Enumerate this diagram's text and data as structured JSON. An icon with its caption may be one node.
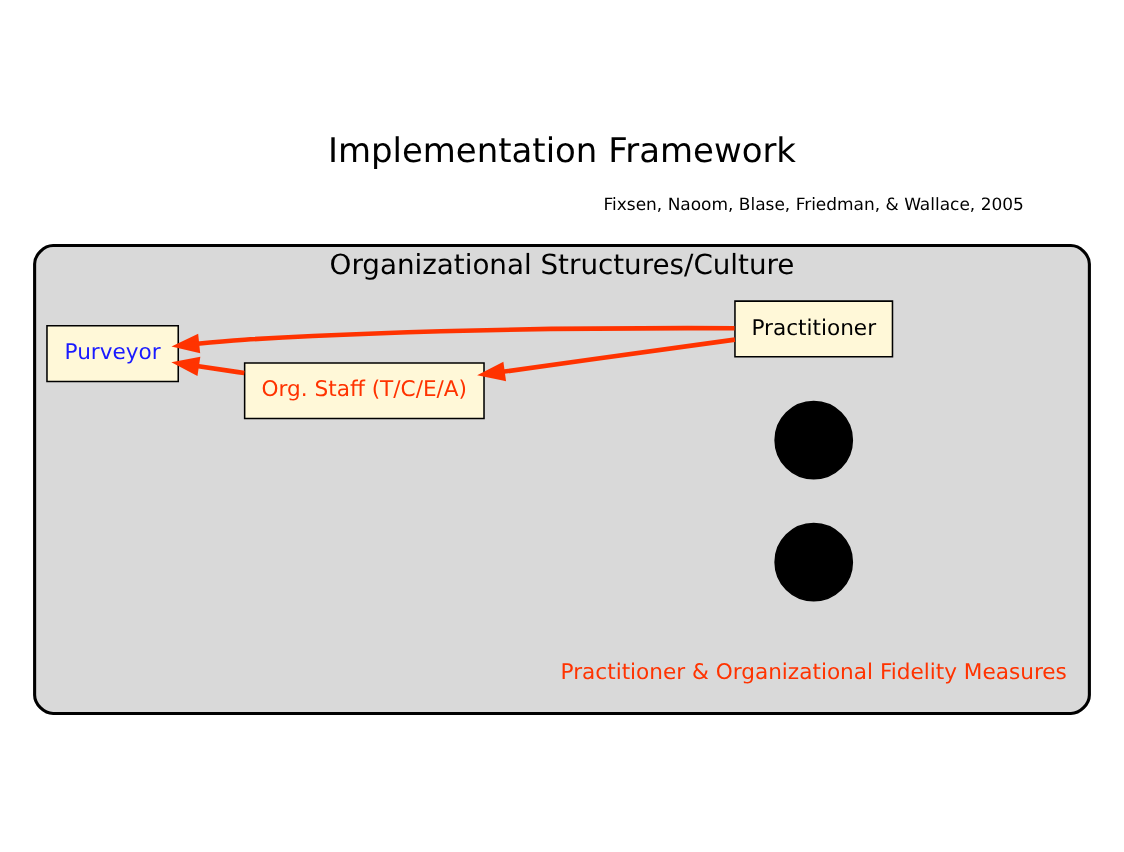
{
  "diagram": {
    "title": "Implementation Framework",
    "caption": "Fixsen, Naoom, Blase, Friedman, & Wallace, 2005",
    "nodes": [
      {
        "text": [
          "Organizational Structures/Culture"
        ]
      },
      {
        "text": [
          "Practitioner"
        ],
        "in": 0
      },
      {
        "text": [],
        "shape": "circle",
        "in": 0
      },
      {
        "text": [
          "Org. Staff (T/C/E/A)"
        ],
        "in": 0
      },
      {
        "text": [],
        "shape": "circle",
        "in": 0
      },
      {
        "text": [
          "Purveyor"
        ],
        "in": 0
      }
    ],
    "edges": [
      {
        "from": 1,
        "to": 3,
        "arrow": "to"
      },
      {
        "from": 1,
        "to": 5,
        "arrow": "to"
      },
      {
        "from": 3,
        "to": 5,
        "arrow": "to"
      }
    ],
    "labels": [
      "Practitioner & Organizational Fidelity Measures"
    ]
  }
}
